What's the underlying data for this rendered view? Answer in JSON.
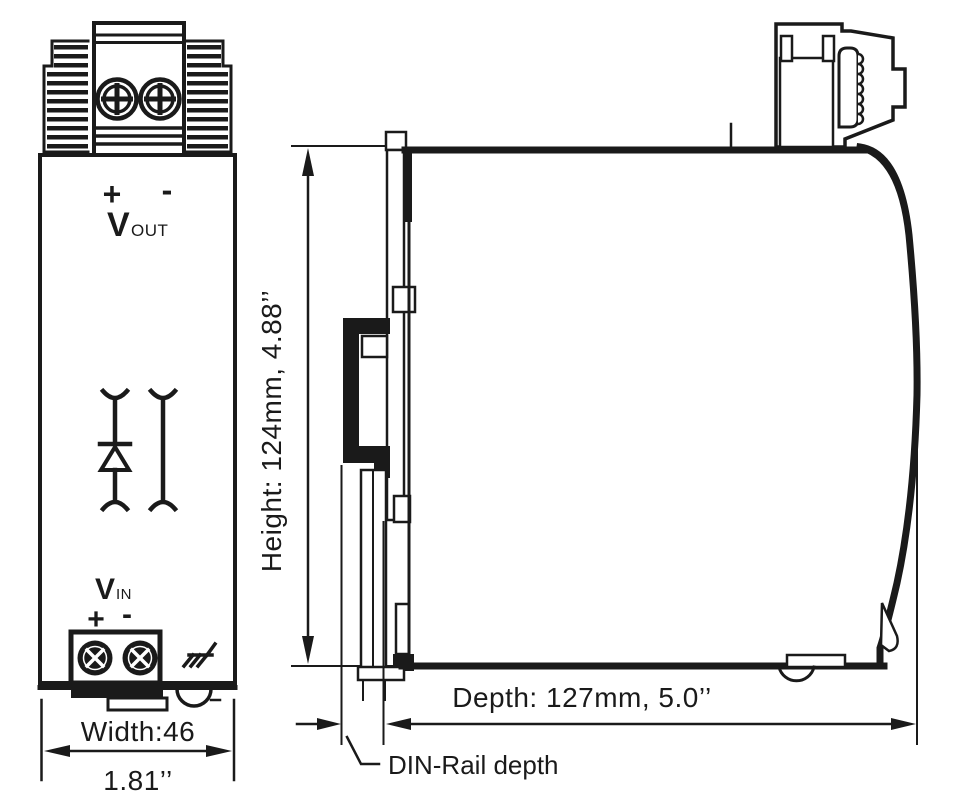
{
  "colors": {
    "line": "#1a1a1a",
    "background": "#ffffff"
  },
  "front_view": {
    "output_terminal": {
      "plus": "+",
      "minus": "-",
      "label": "V",
      "label_sub": "OUT"
    },
    "circuit_symbols": {
      "diode": "diode",
      "link": "link"
    },
    "input_terminal": {
      "label": "V",
      "label_sub": "IN",
      "plus": "+",
      "minus": "-"
    },
    "width_dimension": {
      "label": "Width:46",
      "inches": "1.81’’"
    }
  },
  "side_view": {
    "height_dimension": {
      "label": "Height: 124mm,  4.88’’"
    },
    "depth_dimension": {
      "label": "Depth: 127mm,  5.0’’"
    },
    "din_rail": {
      "label": "DIN-Rail depth"
    }
  }
}
